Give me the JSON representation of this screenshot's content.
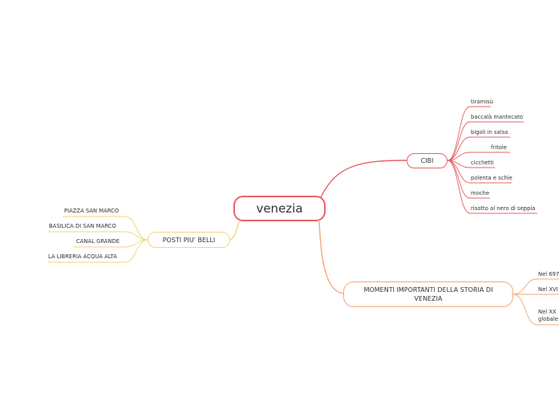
{
  "central": {
    "label": "venezia"
  },
  "branches": {
    "cibi": {
      "label": "CIBI",
      "color": "#e8646a",
      "items": [
        "tiramisù",
        "baccalà mantecato",
        "bigoli in salsa",
        "fritole",
        "cicchetti",
        "polenta e schie",
        "moche",
        "risotto al nero di seppia"
      ]
    },
    "momenti": {
      "label": "MOMENTI IMPORTANTI DELLA STORIA DI VENEZIA",
      "color": "#f5a878",
      "items": [
        "Nel 697",
        "Nel XVI",
        "Nel XX globale"
      ]
    },
    "posti": {
      "label": "POSTI PIU' BELLI",
      "color": "#f1d77a",
      "items": [
        "PIAZZA SAN MARCO",
        "BASILICA DI SAN MARCO",
        "CANAL GRANDE",
        "LA LIBRERIA ACQUA ALTA"
      ]
    }
  }
}
